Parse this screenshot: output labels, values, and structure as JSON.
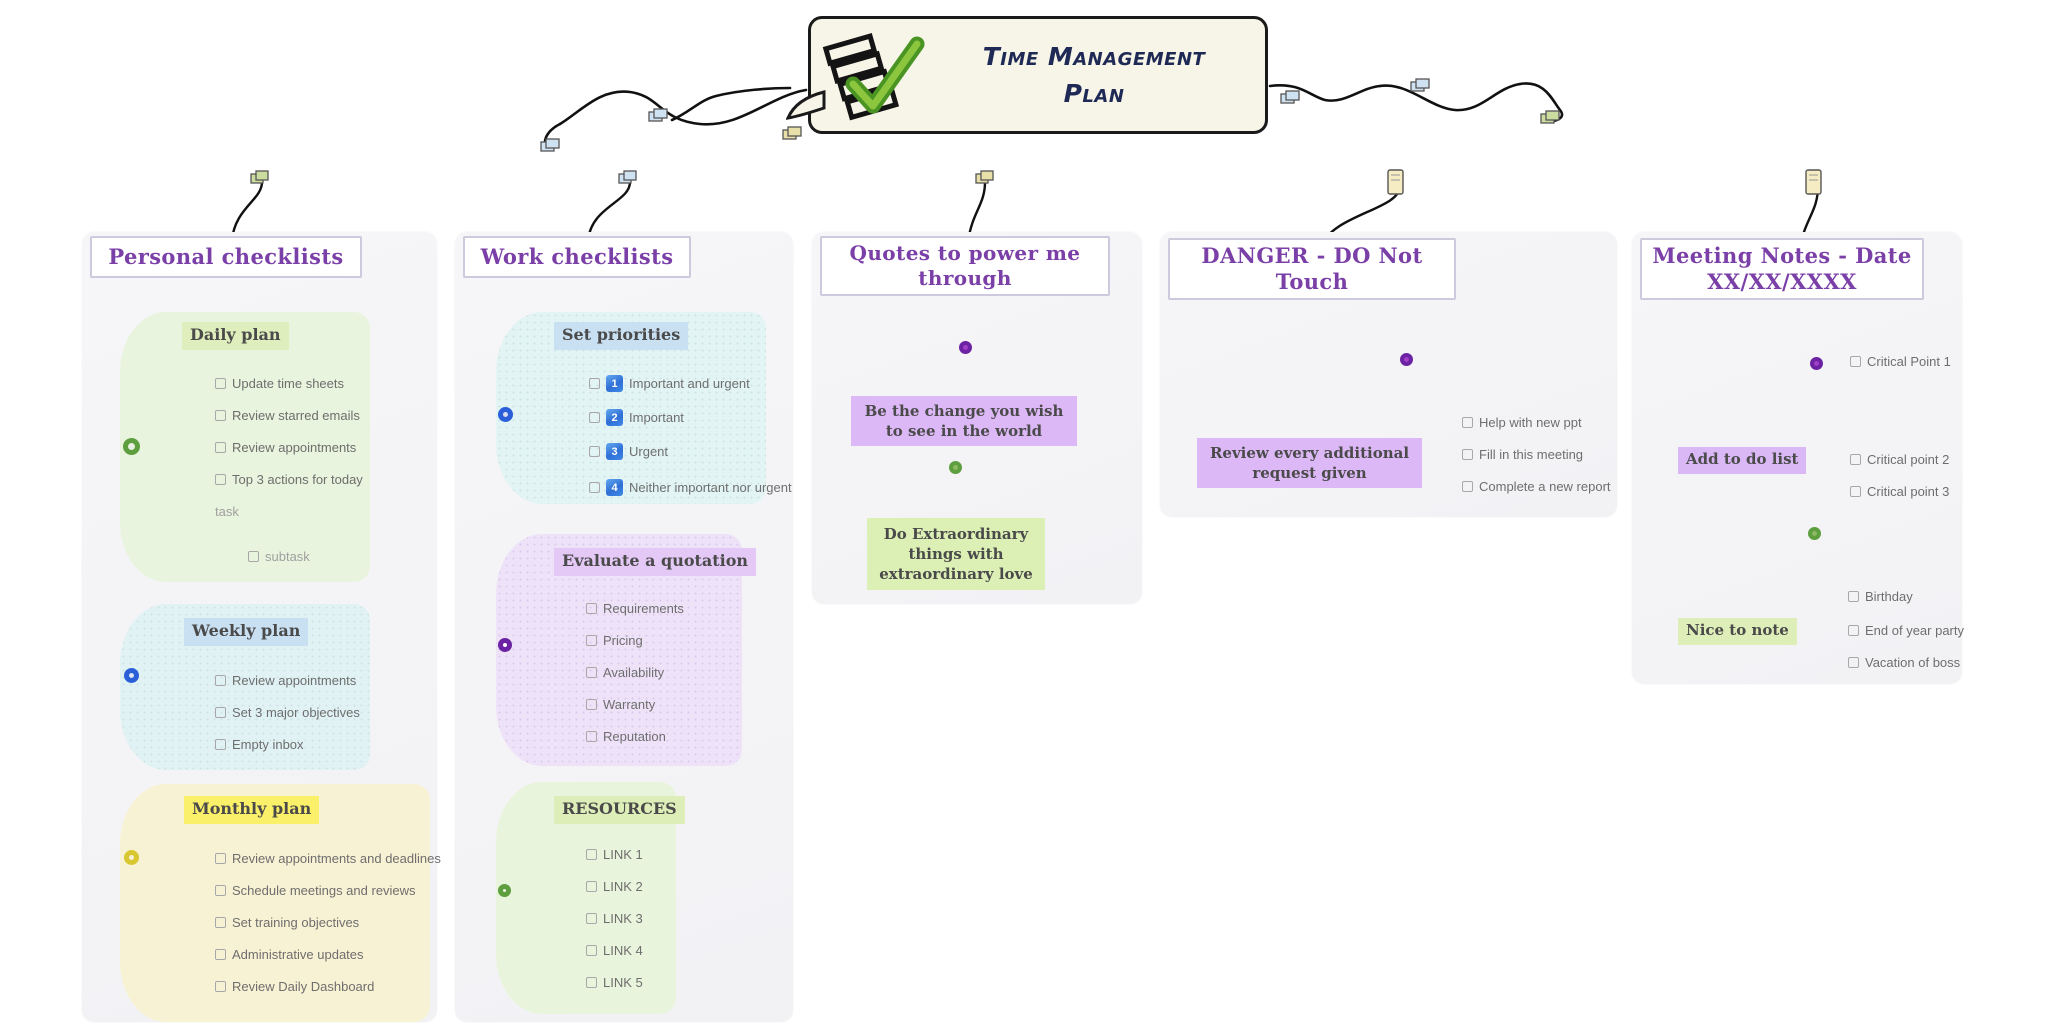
{
  "root": {
    "title_line1": "Time Management",
    "title_line2": "Plan",
    "illustration": "checklist-with-green-checkmark-icon"
  },
  "branches": [
    {
      "id": "personal",
      "title": "Personal checklists",
      "groups": [
        {
          "heading": "Daily plan",
          "items": [
            "Update time sheets",
            "Review starred emails",
            "Review appointments",
            "Top 3 actions for today"
          ],
          "plain_item": "task",
          "subitem": "subtask"
        },
        {
          "heading": "Weekly plan",
          "items": [
            "Review appointments",
            "Set 3 major objectives",
            "Empty inbox"
          ]
        },
        {
          "heading": "Monthly plan",
          "items": [
            "Review appointments and deadlines",
            "Schedule meetings and reviews",
            "Set training objectives",
            "Administrative updates",
            "Review Daily Dashboard"
          ]
        }
      ]
    },
    {
      "id": "work",
      "title": "Work checklists",
      "groups": [
        {
          "heading": "Set priorities",
          "numbered_items": [
            {
              "num": "1",
              "label": "Important and urgent"
            },
            {
              "num": "2",
              "label": "Important"
            },
            {
              "num": "3",
              "label": "Urgent"
            },
            {
              "num": "4",
              "label": "Neither important nor urgent"
            }
          ]
        },
        {
          "heading": "Evaluate a quotation",
          "items": [
            "Requirements",
            "Pricing",
            "Availability",
            "Warranty",
            "Reputation"
          ]
        },
        {
          "heading": "RESOURCES",
          "items": [
            "LINK 1",
            "LINK 2",
            "LINK 3",
            "LINK 4",
            "LINK 5"
          ]
        }
      ]
    },
    {
      "id": "quotes",
      "title": "Quotes to power me through",
      "quotes": [
        "Be the change you wish to see in the world",
        "Do Extraordinary things with extraordinary love"
      ]
    },
    {
      "id": "danger",
      "title": "DANGER - DO Not Touch",
      "groups": [
        {
          "heading": "Review every additional request given",
          "items": [
            "Help with new ppt",
            "Fill in this meeting",
            "Complete a new report"
          ]
        }
      ]
    },
    {
      "id": "meeting",
      "title": "Meeting Notes - Date XX/XX/XXXX",
      "groups": [
        {
          "heading": "Add to do list",
          "items": [
            "Critical Point 1",
            "Critical point 2",
            "Critical point 3"
          ]
        },
        {
          "heading": "Nice to note",
          "items": [
            "Birthday",
            "End of year party",
            "Vacation of boss"
          ]
        }
      ]
    }
  ],
  "colors": {
    "root_bg": "#f7f4e8",
    "root_text": "#1e2a55",
    "panel_title_text": "#7b3fa8",
    "panel_bg": "#f4f4f7",
    "green_blob": "#e8f4dd",
    "blue_blob": "#e2f4f4",
    "yellow_blob": "#f8f2d4",
    "purple_blob": "#eee2f8",
    "badge_blue": "#3f8ae8",
    "quote_violet": "#ddb8f7",
    "quote_green": "#dcf0b5"
  }
}
